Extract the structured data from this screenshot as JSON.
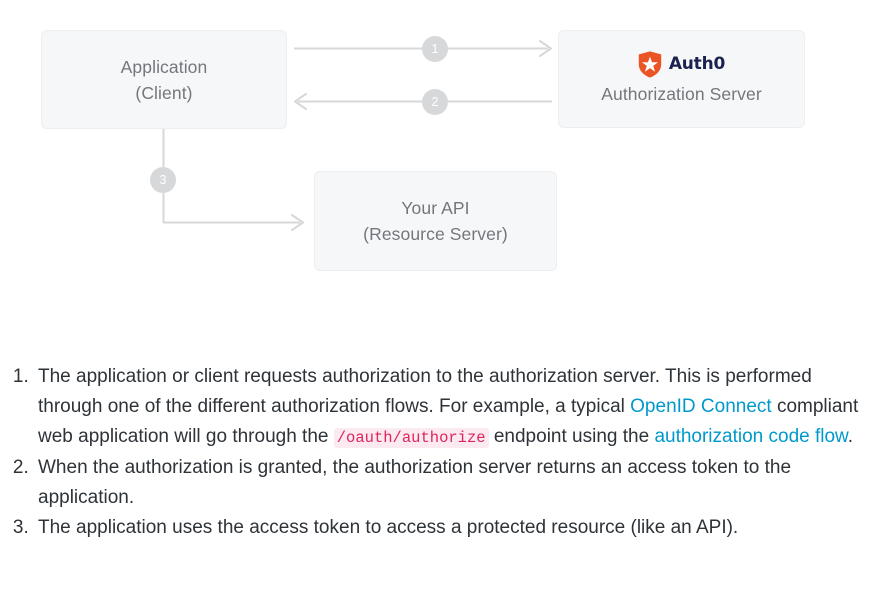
{
  "diagram": {
    "nodes": [
      {
        "id": "application",
        "title": "Application",
        "subtitle": "(Client)"
      },
      {
        "id": "auth-server",
        "brand": "Auth0",
        "title": "Authorization Server",
        "logo_icon": "auth0-shield-star-icon",
        "logo_color": "#eb5424",
        "brand_text_color": "#1c2250"
      },
      {
        "id": "api",
        "title": "Your API",
        "subtitle": "(Resource Server)"
      }
    ],
    "steps": [
      {
        "number": "1",
        "from": "application",
        "to": "auth-server",
        "direction": "right"
      },
      {
        "number": "2",
        "from": "auth-server",
        "to": "application",
        "direction": "left"
      },
      {
        "number": "3",
        "from": "application",
        "to": "api",
        "direction": "down-right"
      }
    ],
    "colors": {
      "box_fill": "#f6f7f8",
      "box_border": "#eceef0",
      "arrow": "#d6d8da",
      "step_circle": "#d6d8da",
      "label_text": "#73777c"
    }
  },
  "steps_text": {
    "item1": {
      "part1": "The application or client requests authorization to the authorization server. This is performed through one of the different authorization flows. For example, a typical ",
      "link1": "OpenID Connect",
      "part2": " compliant web application will go through the ",
      "code1": "/oauth/authorize",
      "part3": " endpoint using the ",
      "link2": "authorization code flow",
      "part4": "."
    },
    "item2": {
      "text": "When the authorization is granted, the authorization server returns an access token to the application."
    },
    "item3": {
      "text": "The application uses the access token to access a protected resource (like an API)."
    }
  },
  "link_color": "#0099cc",
  "code_color": "#e0245e",
  "code_background": "#fbeaf0"
}
